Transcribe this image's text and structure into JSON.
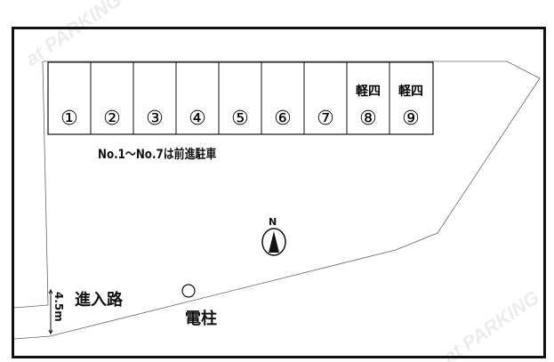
{
  "watermark": "at PARKING",
  "slots": [
    {
      "number": "①",
      "type": ""
    },
    {
      "number": "②",
      "type": ""
    },
    {
      "number": "③",
      "type": ""
    },
    {
      "number": "④",
      "type": ""
    },
    {
      "number": "⑤",
      "type": ""
    },
    {
      "number": "⑥",
      "type": ""
    },
    {
      "number": "⑦",
      "type": ""
    },
    {
      "number": "⑧",
      "type": "軽四"
    },
    {
      "number": "⑨",
      "type": "軽四"
    }
  ],
  "note": "No.1～No.7は前進駐車",
  "compass": "N",
  "entrance": "進入路",
  "entrance_width": "4.5m",
  "pole": "電柱"
}
